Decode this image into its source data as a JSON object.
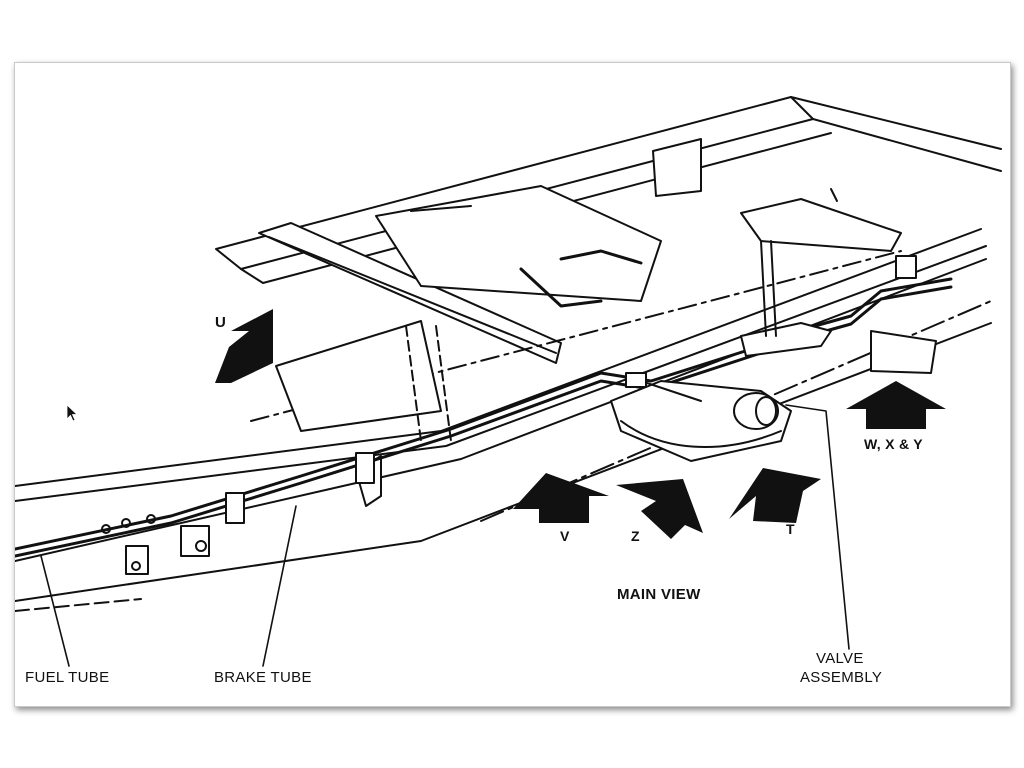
{
  "diagram": {
    "arrows": {
      "u": "U",
      "wxy": "W, X & Y",
      "v": "V",
      "z": "Z",
      "t": "T"
    },
    "main_view": "MAIN VIEW",
    "callouts": {
      "fuel_tube": "FUEL TUBE",
      "brake_tube": "BRAKE TUBE",
      "valve_line1": "VALVE",
      "valve_line2": "ASSEMBLY"
    }
  },
  "colors": {
    "ink": "#111111",
    "paper": "#ffffff",
    "frame_border": "#c9c9c9"
  },
  "icons": {
    "cursor": "mouse-pointer-icon"
  }
}
